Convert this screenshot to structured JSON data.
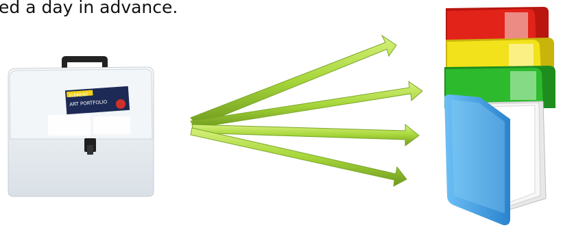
{
  "caption": {
    "text": "ed a day in advance."
  },
  "briefcase": {
    "label_lines": [
      "ELEMENT",
      "ART PORTFOLIO"
    ]
  },
  "colors": {
    "arrow_green": "#a6d63a",
    "arrow_dark": "#6f9a1e",
    "folder_red": "#e2231a",
    "folder_yellow": "#f2e21b",
    "folder_green": "#2dbb2d",
    "folder_blue": "#3b9be0",
    "case_body": "#e9eef2"
  },
  "icons": [
    "briefcase-icon",
    "arrow-icon",
    "folder-stack-icon"
  ]
}
